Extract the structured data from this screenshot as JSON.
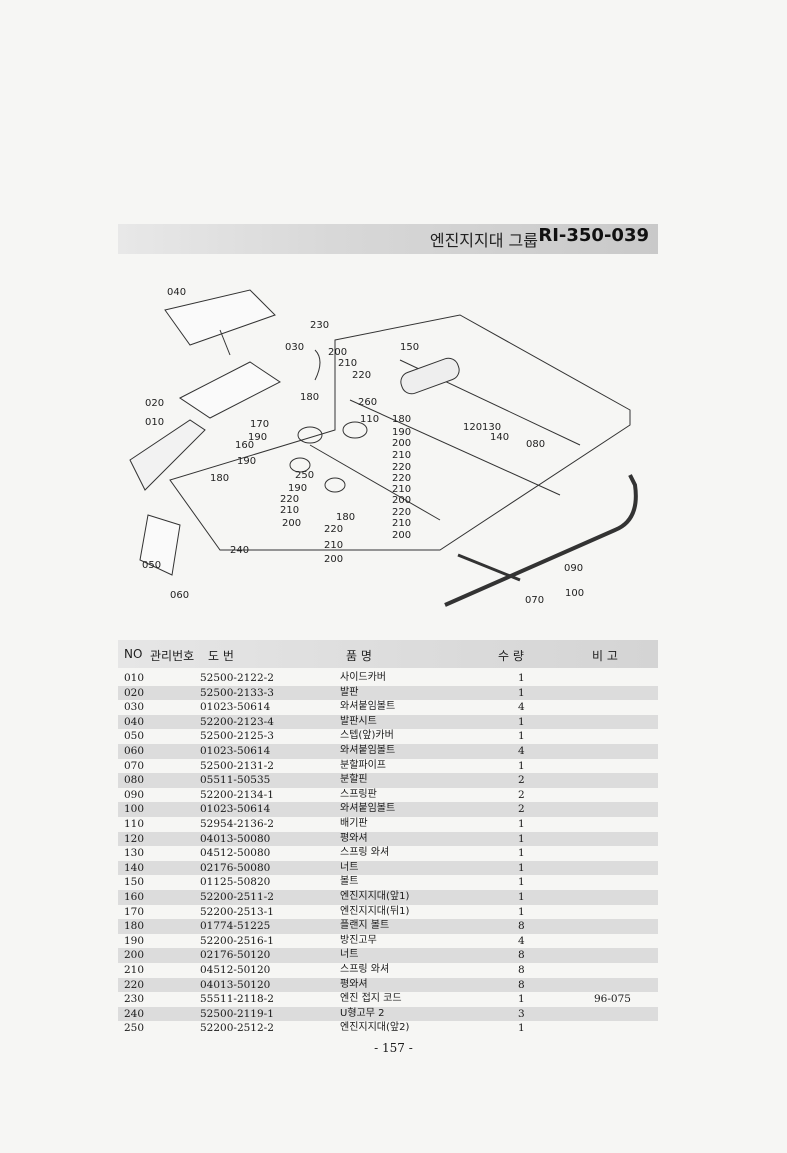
{
  "header": {
    "title": "엔진지지대 그룹",
    "code": "RI-350-039"
  },
  "diagram": {
    "callouts": [
      "010",
      "020",
      "030",
      "040",
      "050",
      "060",
      "070",
      "080",
      "090",
      "100",
      "110",
      "120",
      "130",
      "140",
      "150",
      "160",
      "170",
      "180",
      "190",
      "200",
      "210",
      "220",
      "230",
      "240",
      "250",
      "260"
    ]
  },
  "table": {
    "headers": {
      "no": "NO",
      "mgmt": "관리번호",
      "drawing": "도 번",
      "name": "품 명",
      "qty": "수 량",
      "remarks": "비 고"
    },
    "rows": [
      {
        "no": "010",
        "part": "52500-2122-2",
        "name": "사이드카버",
        "qty": "1",
        "remarks": ""
      },
      {
        "no": "020",
        "part": "52500-2133-3",
        "name": "발판",
        "qty": "1",
        "remarks": ""
      },
      {
        "no": "030",
        "part": "01023-50614",
        "name": "와셔붙임볼트",
        "qty": "4",
        "remarks": ""
      },
      {
        "no": "040",
        "part": "52200-2123-4",
        "name": "발판시트",
        "qty": "1",
        "remarks": ""
      },
      {
        "no": "050",
        "part": "52500-2125-3",
        "name": "스텝(앞)카버",
        "qty": "1",
        "remarks": ""
      },
      {
        "no": "060",
        "part": "01023-50614",
        "name": "와셔붙임볼트",
        "qty": "4",
        "remarks": ""
      },
      {
        "no": "070",
        "part": "52500-2131-2",
        "name": "분할파이프",
        "qty": "1",
        "remarks": ""
      },
      {
        "no": "080",
        "part": "05511-50535",
        "name": "분할핀",
        "qty": "2",
        "remarks": ""
      },
      {
        "no": "090",
        "part": "52200-2134-1",
        "name": "스프링판",
        "qty": "2",
        "remarks": ""
      },
      {
        "no": "100",
        "part": "01023-50614",
        "name": "와셔붙임볼트",
        "qty": "2",
        "remarks": ""
      },
      {
        "no": "110",
        "part": "52954-2136-2",
        "name": "배기판",
        "qty": "1",
        "remarks": ""
      },
      {
        "no": "120",
        "part": "04013-50080",
        "name": "평와셔",
        "qty": "1",
        "remarks": ""
      },
      {
        "no": "130",
        "part": "04512-50080",
        "name": "스프링 와셔",
        "qty": "1",
        "remarks": ""
      },
      {
        "no": "140",
        "part": "02176-50080",
        "name": "너트",
        "qty": "1",
        "remarks": ""
      },
      {
        "no": "150",
        "part": "01125-50820",
        "name": "볼트",
        "qty": "1",
        "remarks": ""
      },
      {
        "no": "160",
        "part": "52200-2511-2",
        "name": "엔진지지대(앞1)",
        "qty": "1",
        "remarks": ""
      },
      {
        "no": "170",
        "part": "52200-2513-1",
        "name": "엔진지지대(뒤1)",
        "qty": "1",
        "remarks": ""
      },
      {
        "no": "180",
        "part": "01774-51225",
        "name": "플랜지 볼트",
        "qty": "8",
        "remarks": ""
      },
      {
        "no": "190",
        "part": "52200-2516-1",
        "name": "방진고무",
        "qty": "4",
        "remarks": ""
      },
      {
        "no": "200",
        "part": "02176-50120",
        "name": "너트",
        "qty": "8",
        "remarks": ""
      },
      {
        "no": "210",
        "part": "04512-50120",
        "name": "스프링 와셔",
        "qty": "8",
        "remarks": ""
      },
      {
        "no": "220",
        "part": "04013-50120",
        "name": "평와셔",
        "qty": "8",
        "remarks": ""
      },
      {
        "no": "230",
        "part": "55511-2118-2",
        "name": "엔진 접지 코드",
        "qty": "1",
        "remarks": "96-075"
      },
      {
        "no": "240",
        "part": "52500-2119-1",
        "name": "U형고무 2",
        "qty": "3",
        "remarks": ""
      },
      {
        "no": "250",
        "part": "52200-2512-2",
        "name": "엔진지지대(앞2)",
        "qty": "1",
        "remarks": ""
      }
    ]
  },
  "page_number": "- 157 -"
}
